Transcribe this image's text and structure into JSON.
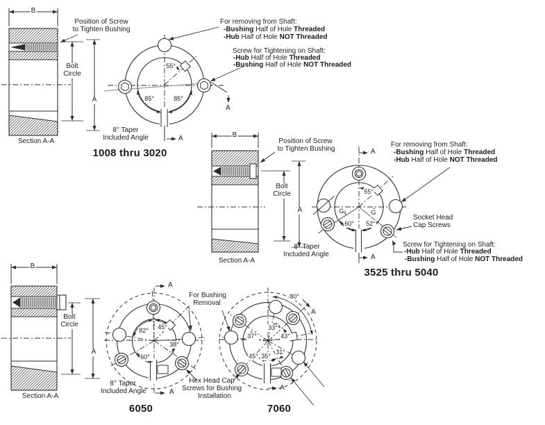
{
  "colors": {
    "ink": "#2e2e2e",
    "paper": "#ffffff",
    "trace": "#9a9a9a",
    "thread_fill": "#d8d8d8"
  },
  "labels": {
    "a": "A",
    "b": "B",
    "g": "G",
    "bolt": [
      "Bolt",
      "Circle"
    ],
    "section_aa": "Section A-A",
    "taper": [
      "8° Taper",
      "Included Angle"
    ],
    "pos_screw": [
      "Position of Screw",
      "to Tighten Bushing"
    ],
    "socket_head": [
      "Socket Head",
      "Cap Screws"
    ],
    "bushing_removal": [
      "For Bushing",
      "Removal"
    ],
    "hex_head": [
      "Hex Head Cap",
      "Screws for Bushing",
      "Installation"
    ]
  },
  "callouts": {
    "removing": {
      "title": "For removing from Shaft:",
      "lines": [
        {
          "b1": "-Bushing",
          "m": " Half of Hole ",
          "b2": "Threaded"
        },
        {
          "b1": "-Hub",
          "m": " Half of Hole ",
          "b2": "NOT Threaded"
        }
      ]
    },
    "tightening": {
      "title": "Screw for Tightening on Shaft:",
      "lines": [
        {
          "b1": "-Hub",
          "m": " Half of Hole ",
          "b2": "Threaded"
        },
        {
          "b1": "-Bushing",
          "m": " Half of Hole ",
          "b2": "NOT Threaded"
        }
      ]
    }
  },
  "captions": {
    "g1": "1008 thru 3020",
    "g2": "3525 thru 5040",
    "g3a": "6050",
    "g3b": "7060"
  },
  "angles": {
    "g1": [
      "55°",
      "85°",
      "85°"
    ],
    "g2": [
      "55°",
      "60°",
      "52°"
    ],
    "g3a": [
      "82°",
      "45°",
      "38°",
      "60°"
    ],
    "g3b": [
      "80°",
      "33°",
      "43°",
      "37°",
      "45°",
      "35°",
      "31°"
    ]
  }
}
